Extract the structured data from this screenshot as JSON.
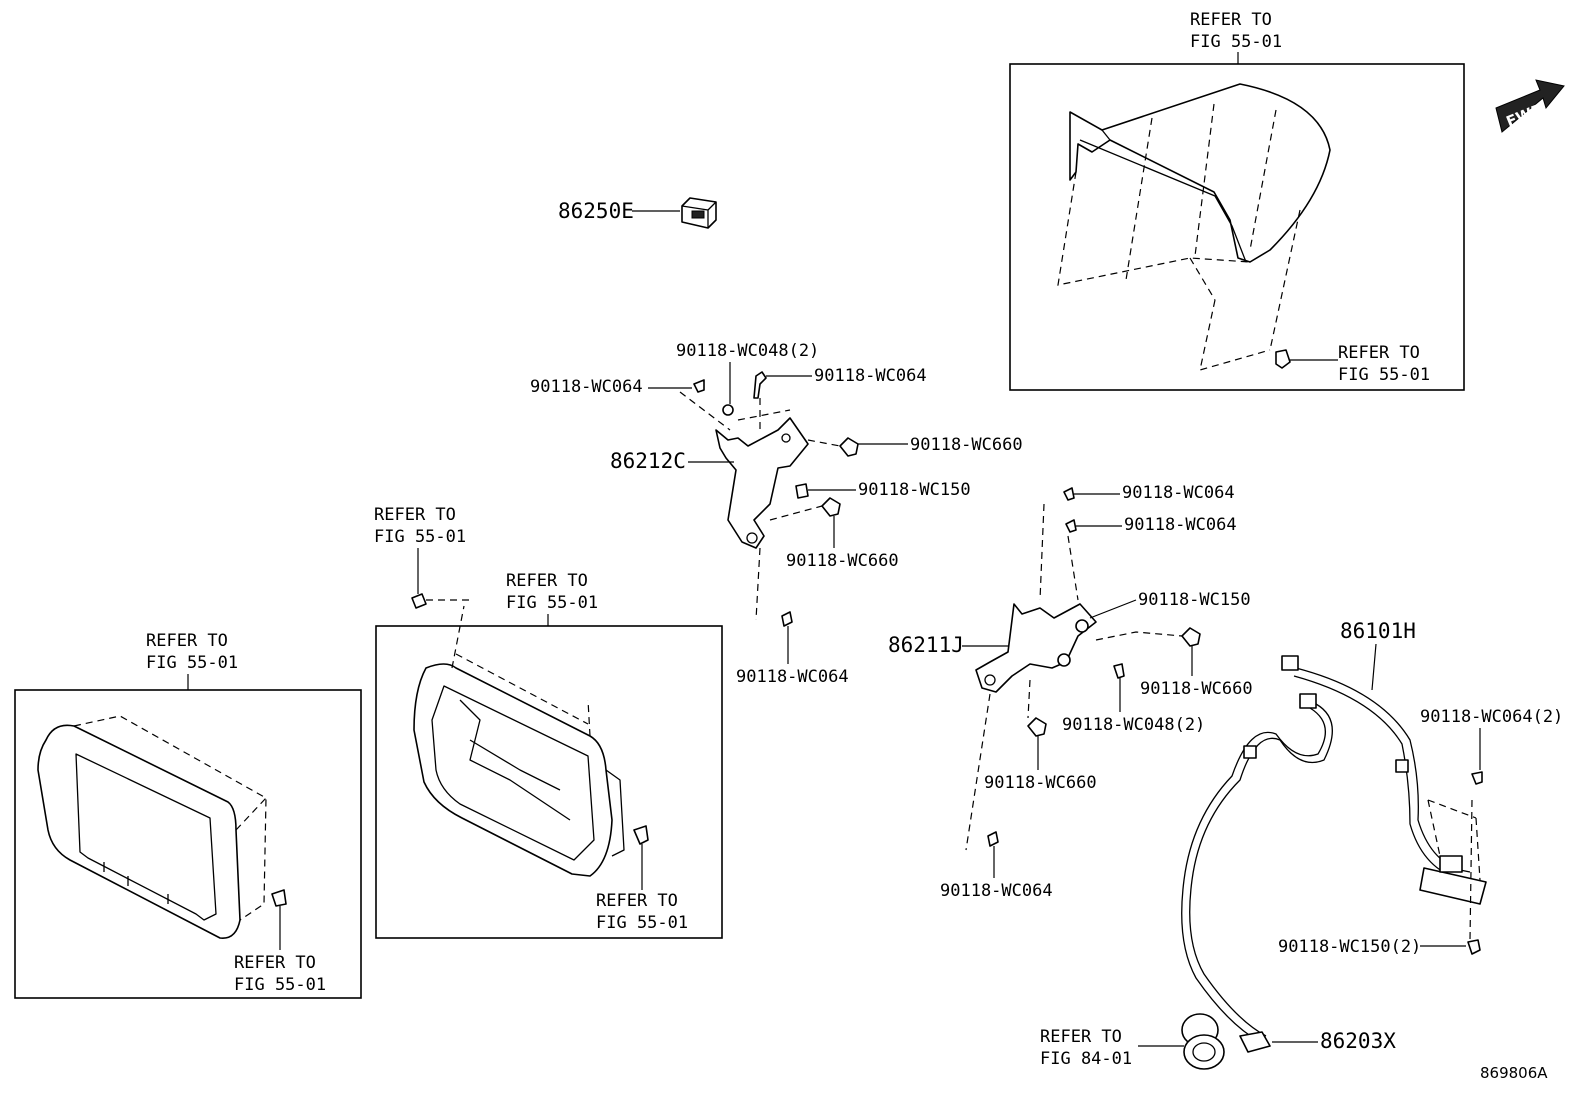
{
  "labels": {
    "refer_top_line1": "REFER TO",
    "refer_top_line2": "FIG 55-01",
    "refer_top_right_line1": "REFER TO",
    "refer_top_right_line2": "FIG 55-01",
    "part_86250E": "86250E",
    "part_86212C": "86212C",
    "part_86211J": "86211J",
    "part_86101H": "86101H",
    "part_86203X": "86203X",
    "screw_wc048_2_a": "90118-WC048(2)",
    "screw_wc064_a": "90118-WC064",
    "screw_wc064_b": "90118-WC064",
    "screw_wc660_a": "90118-WC660",
    "screw_wc150_a": "90118-WC150",
    "screw_wc660_b": "90118-WC660",
    "screw_wc064_c": "90118-WC064",
    "screw_wc064_d": "90118-WC064",
    "screw_wc064_e": "90118-WC064",
    "screw_wc150_b": "90118-WC150",
    "screw_wc660_c": "90118-WC660",
    "screw_wc048_2_b": "90118-WC048(2)",
    "screw_wc660_d": "90118-WC660",
    "screw_wc064_f": "90118-WC064",
    "screw_wc064_2": "90118-WC064(2)",
    "screw_wc150_2": "90118-WC150(2)",
    "refer_mid_line1": "REFER TO",
    "refer_mid_line2": "FIG 55-01",
    "refer_center_line1": "REFER TO",
    "refer_center_line2": "FIG 55-01",
    "refer_center_low_line1": "REFER TO",
    "refer_center_low_line2": "FIG 55-01",
    "refer_left_line1": "REFER TO",
    "refer_left_line2": "FIG 55-01",
    "refer_left_low_line1": "REFER TO",
    "refer_left_low_line2": "FIG 55-01",
    "refer_bottom_line1": "REFER TO",
    "refer_bottom_line2": "FIG 84-01",
    "fwd": "FWD",
    "figure_id": "869806A"
  }
}
